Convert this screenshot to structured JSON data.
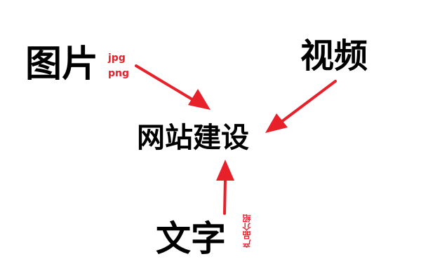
{
  "nodes": {
    "images": "图片",
    "video": "视频",
    "center": "网站建设",
    "text": "文字"
  },
  "notes": {
    "jpg": "jpg",
    "png": "png",
    "product_intro": "产品介绍"
  },
  "colors": {
    "arrow": "#e8202a",
    "note_text": "#e8202a",
    "label_text": "#000000"
  }
}
